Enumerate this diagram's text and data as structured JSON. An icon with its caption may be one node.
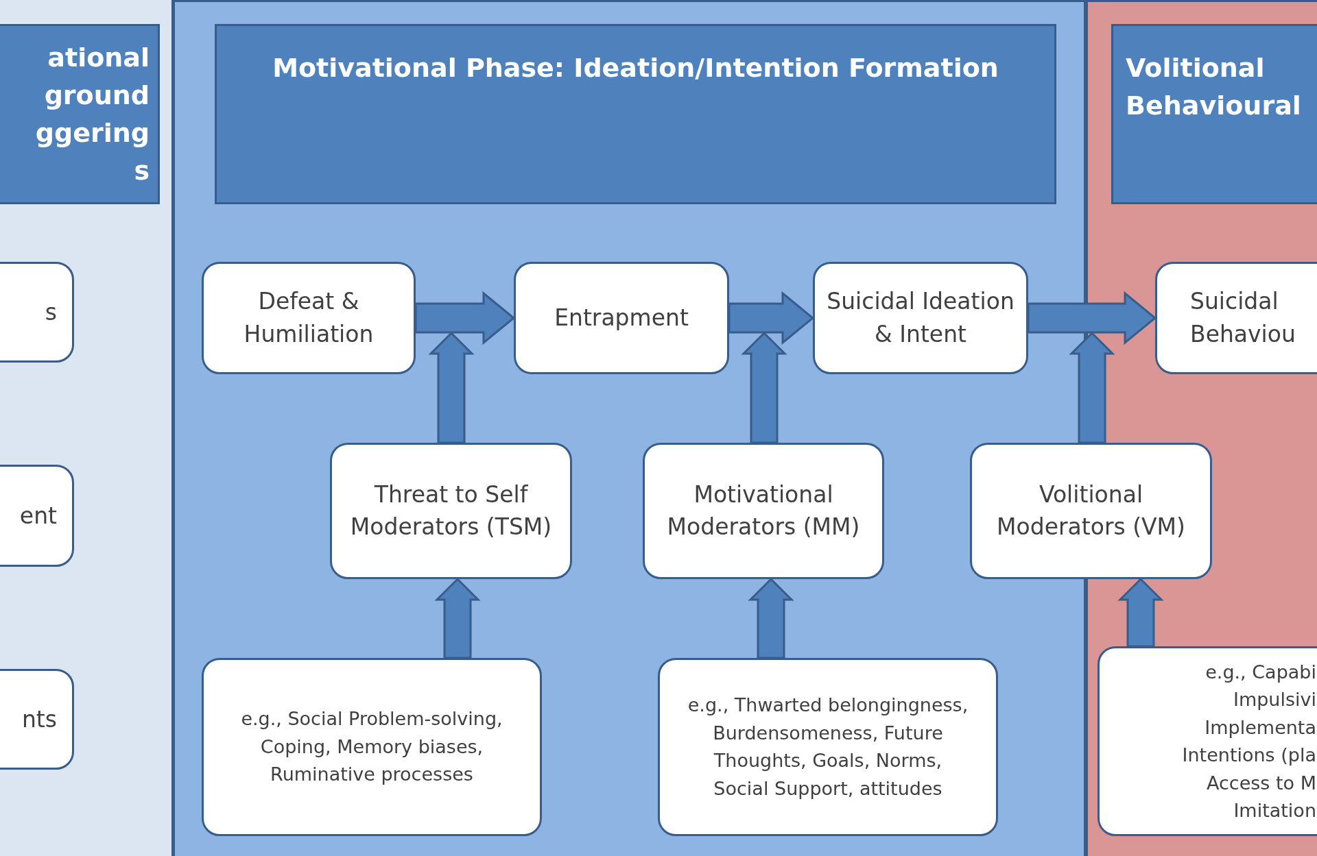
{
  "diagram": {
    "nodes": [
      {
        "text": [
          "ational ground ggering s"
        ]
      },
      {
        "text": [
          "Motivational Phase: Ideation/Intention Formation"
        ]
      },
      {
        "text": [
          "Volitional Behavioural"
        ]
      },
      {
        "text": [
          "s"
        ]
      },
      {
        "text": [
          "Defeat & Humiliation"
        ]
      },
      {
        "text": [
          "Entrapment"
        ]
      },
      {
        "text": [
          "Suicidal Ideation & Intent"
        ]
      },
      {
        "text": [
          "Suicidal Behaviou"
        ]
      },
      {
        "text": [
          "ent"
        ]
      },
      {
        "text": [
          "Threat to Self Moderators (TSM)"
        ]
      },
      {
        "text": [
          "Motivational Moderators (MM)"
        ]
      },
      {
        "text": [
          "Volitional Moderators (VM)"
        ]
      },
      {
        "text": [
          "nts"
        ]
      },
      {
        "text": [
          "e.g., Social Problem-solving, Coping, Memory biases, Ruminative processes"
        ]
      },
      {
        "text": [
          "e.g., Thwarted belongingness, Burdensomeness, Future Thoughts, Goals, Norms, Social Support, attitudes"
        ]
      },
      {
        "text": [
          "e.g., Capabi Impulsivi Implementa Intentions (pla Access to M Imitation"
        ]
      }
    ],
    "edges": [
      {
        "from": 4,
        "to": 5,
        "arrow": "to"
      },
      {
        "from": 5,
        "to": 6,
        "arrow": "to"
      },
      {
        "from": 6,
        "to": 7,
        "arrow": "to"
      },
      {
        "from": 9,
        "to": null,
        "arrow": "to"
      },
      {
        "from": 10,
        "to": null,
        "arrow": "to"
      },
      {
        "from": 11,
        "to": null,
        "arrow": "to"
      },
      {
        "from": 13,
        "to": 9,
        "arrow": "to"
      },
      {
        "from": 14,
        "to": 10,
        "arrow": "to"
      },
      {
        "from": 15,
        "to": 11,
        "arrow": "to"
      }
    ]
  }
}
